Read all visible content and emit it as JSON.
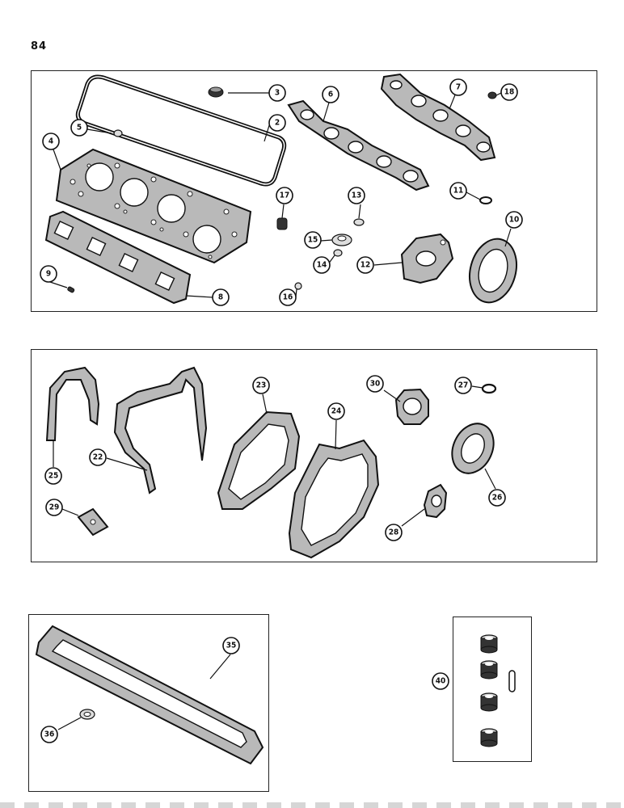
{
  "page": {
    "number": "84"
  },
  "panels": {
    "top": {
      "callouts": [
        "2",
        "3",
        "4",
        "5",
        "6",
        "7",
        "8",
        "9",
        "10",
        "11",
        "12",
        "13",
        "14",
        "15",
        "16",
        "17",
        "18"
      ]
    },
    "middle": {
      "callouts": [
        "22",
        "23",
        "24",
        "25",
        "26",
        "27",
        "28",
        "29",
        "30"
      ]
    },
    "bottom_left": {
      "callouts": [
        "35",
        "36"
      ]
    },
    "bottom_right": {
      "callouts": [
        "40"
      ]
    }
  },
  "colors": {
    "ink": "#111111",
    "gasket_fill": "#b9b9b9",
    "paper": "#ffffff"
  }
}
